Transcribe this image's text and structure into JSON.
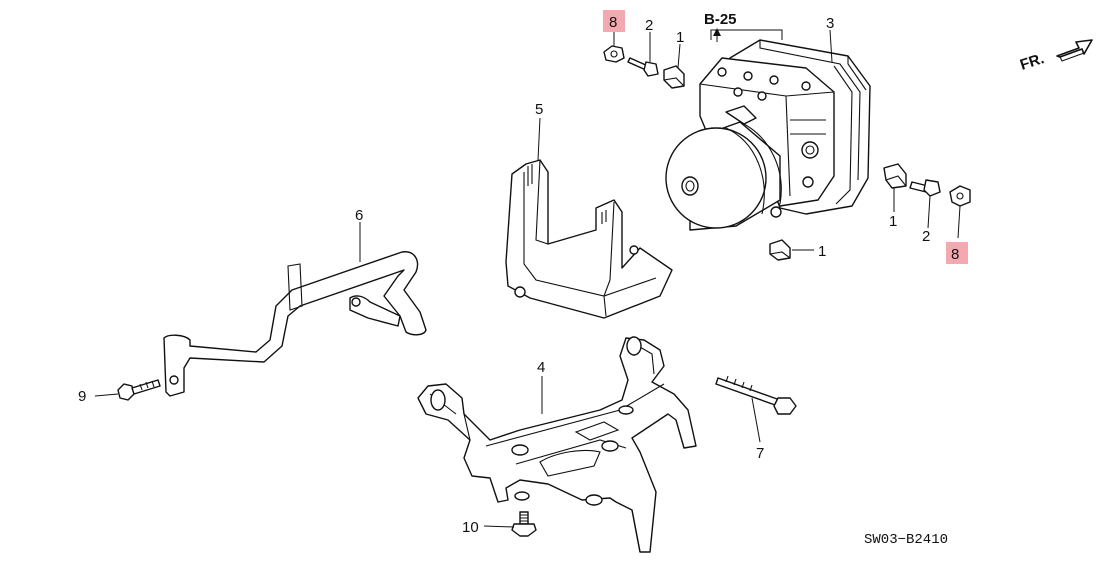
{
  "callouts": {
    "c1a": "1",
    "c1b": "1",
    "c1c": "1",
    "c2a": "2",
    "c2b": "2",
    "c3": "3",
    "c4": "4",
    "c5": "5",
    "c6": "6",
    "c7": "7",
    "c8a": "8",
    "c8b": "8",
    "c9": "9",
    "c10": "10"
  },
  "reference": "B-25",
  "direction_label": "FR.",
  "diagram_code": "SW03−B2410",
  "highlight_color": "#f4a9b0"
}
